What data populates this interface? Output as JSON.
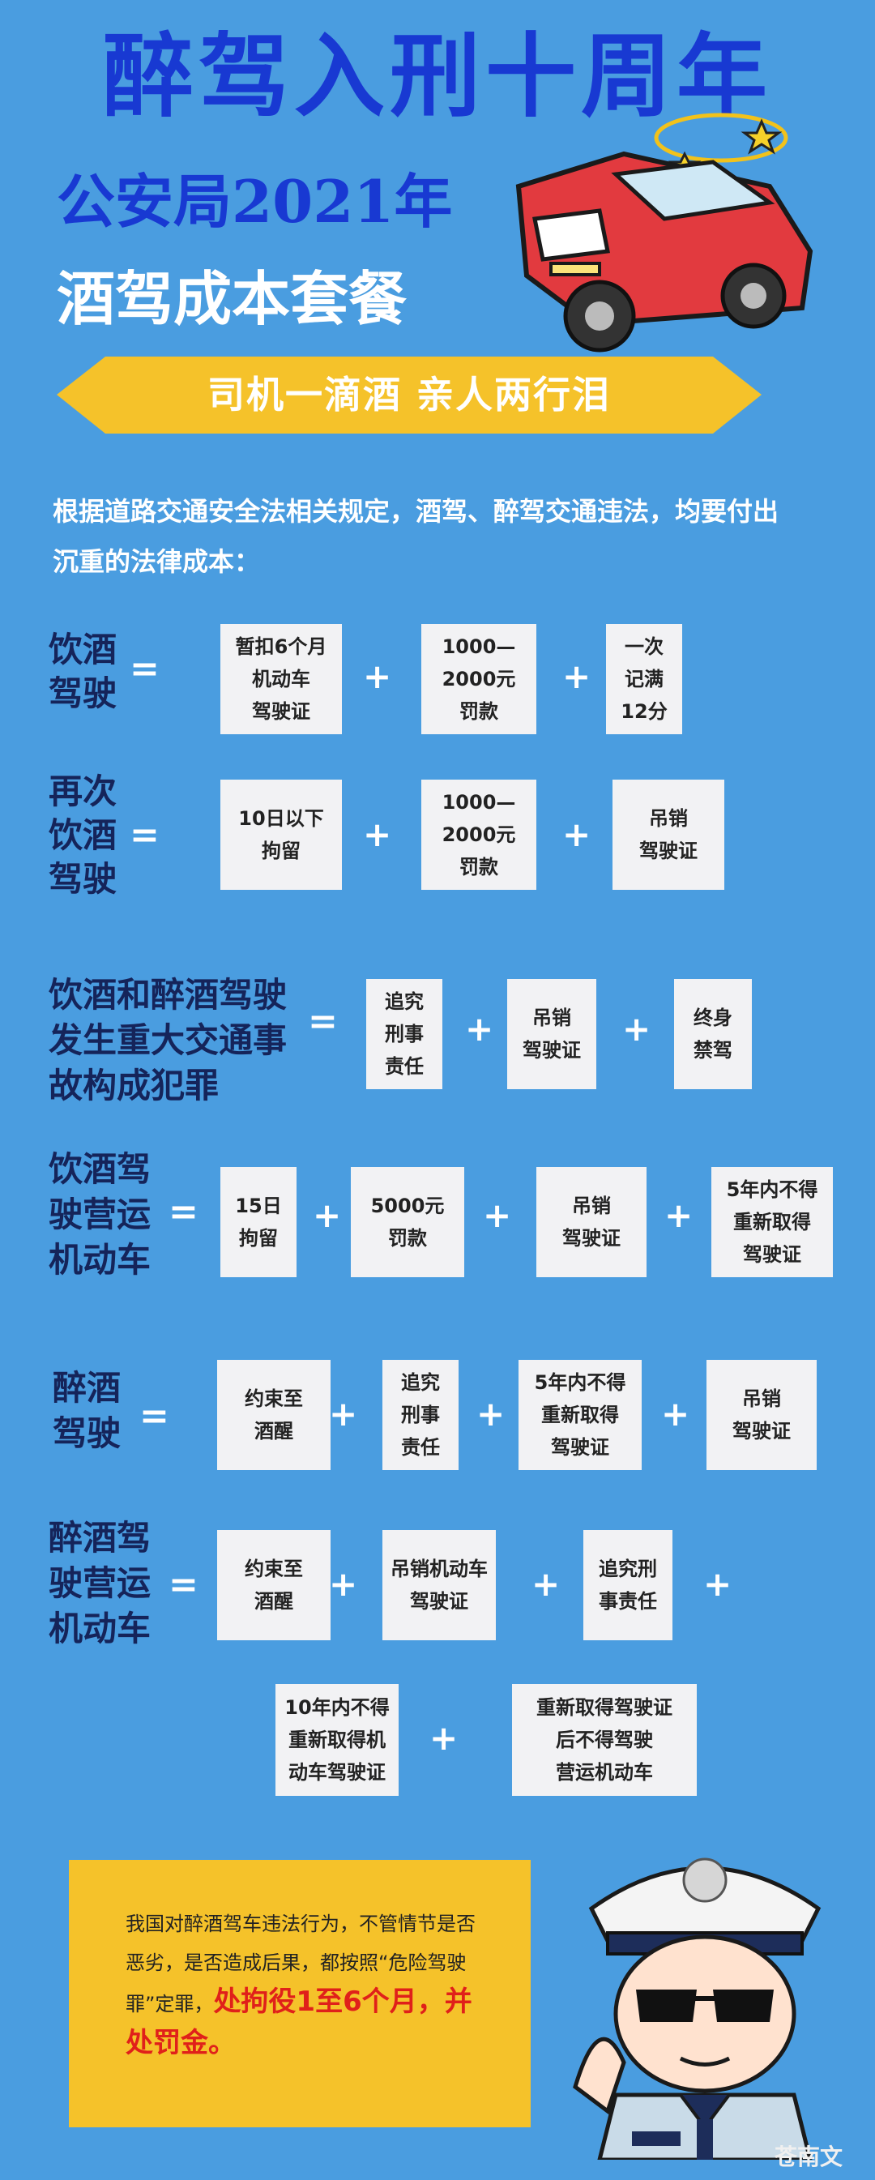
{
  "title": "醉驾入刑十周年",
  "subtitle1": "公安局2021年",
  "subtitle2": "酒驾成本套餐",
  "banner": "司机一滴酒  亲人两行泪",
  "intro": "根据道路交通安全法相关规定，酒驾、醉驾交通违法，均要付出沉重的法律成本：",
  "rows": [
    {
      "label": "饮酒\n驾驶",
      "items": [
        "暂扣6个月\n机动车\n驾驶证",
        "1000—\n2000元\n罚款",
        "一次\n记满\n12分"
      ]
    },
    {
      "label": "再次\n饮酒\n驾驶",
      "items": [
        "10日以下\n拘留",
        "1000—\n2000元\n罚款",
        "吊销\n驾驶证"
      ]
    },
    {
      "label": "饮酒和醉酒驾驶\n发生重大交通事\n故构成犯罪",
      "items": [
        "追究\n刑事\n责任",
        "吊销\n驾驶证",
        "终身\n禁驾"
      ]
    },
    {
      "label": "饮酒驾\n驶营运\n机动车",
      "items": [
        "15日\n拘留",
        "5000元\n罚款",
        "吊销\n驾驶证",
        "5年内不得\n重新取得\n驾驶证"
      ]
    },
    {
      "label": "醉酒\n驾驶",
      "items": [
        "约束至\n酒醒",
        "追究\n刑事\n责任",
        "5年内不得\n重新取得\n驾驶证",
        "吊销\n驾驶证"
      ]
    },
    {
      "label": "醉酒驾\n驶营运\n机动车",
      "items": [
        "约束至\n酒醒",
        "吊销机动车\n驾驶证",
        "追究刑\n事责任",
        "10年内不得\n重新取得机\n动车驾驶证",
        "重新取得驾驶证\n后不得驾驶\n营运机动车"
      ]
    }
  ],
  "equals": "=",
  "plus": "+",
  "notice": {
    "text": "我国对醉酒驾车违法行为，不管情节是否恶劣，是否造成后果，都按照“危险驾驶罪”定罪，",
    "highlight": "处拘役1至6个月，并处罚金。"
  },
  "watermark": "苍南文",
  "colors": {
    "background": "#4a9de0",
    "title": "#1839d2",
    "banner": "#f5c22a",
    "label": "#15245a",
    "highlight": "#e0201a"
  },
  "icons": [
    "dizzy-car-icon",
    "police-officer-icon"
  ]
}
